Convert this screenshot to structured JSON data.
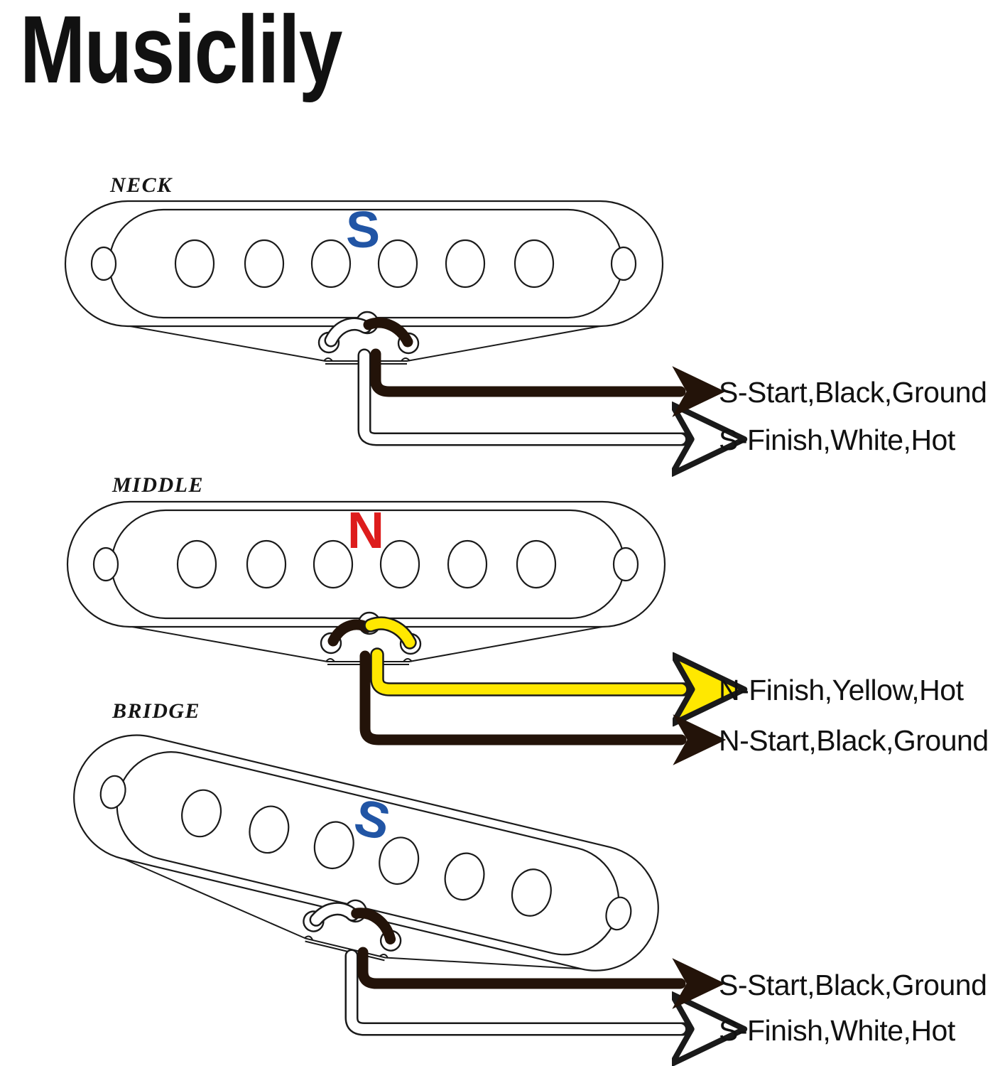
{
  "brand": {
    "name": "Musiclily"
  },
  "colors": {
    "south_marker": "#2155a5",
    "north_marker": "#dd1c1c",
    "black_wire": "#231309",
    "white_wire": "#ffffff",
    "yellow_wire": "#ffe800",
    "outline": "#1a1a1a",
    "background": "#ffffff"
  },
  "pickups": [
    {
      "id": "neck",
      "name": "NECK",
      "polarity": "S",
      "polarity_color": "#2155a5",
      "pole_count": 6,
      "mounting_holes": 2,
      "orientation": "horizontal",
      "leads": [
        {
          "terminal": "S-Start",
          "color_name": "Black",
          "function": "Ground",
          "label": "S-Start,Black,Ground",
          "wire_style": "black"
        },
        {
          "terminal": "S-Finish",
          "color_name": "White",
          "function": "Hot",
          "label": "S-Finish,White,Hot",
          "wire_style": "white"
        }
      ]
    },
    {
      "id": "middle",
      "name": "MIDDLE",
      "polarity": "N",
      "polarity_color": "#dd1c1c",
      "pole_count": 6,
      "mounting_holes": 2,
      "orientation": "horizontal",
      "leads": [
        {
          "terminal": "N-Finish",
          "color_name": "Yellow",
          "function": "Hot",
          "label": "N-Finish,Yellow,Hot",
          "wire_style": "yellow"
        },
        {
          "terminal": "N-Start",
          "color_name": "Black",
          "function": "Ground",
          "label": "N-Start,Black,Ground",
          "wire_style": "black"
        }
      ]
    },
    {
      "id": "bridge",
      "name": "BRIDGE",
      "polarity": "S",
      "polarity_color": "#2155a5",
      "pole_count": 6,
      "mounting_holes": 2,
      "orientation": "slanted",
      "leads": [
        {
          "terminal": "S-Start",
          "color_name": "Black",
          "function": "Ground",
          "label": "S-Start,Black,Ground",
          "wire_style": "black"
        },
        {
          "terminal": "S-Finish",
          "color_name": "White",
          "function": "Hot",
          "label": "S-Finish,White,Hot",
          "wire_style": "white"
        }
      ]
    }
  ],
  "legend_text": {
    "neck_black": "S-Start,Black,Ground",
    "neck_white": "S-Finish,White,Hot",
    "middle_yellow": "N-Finish,Yellow,Hot",
    "middle_black": "N-Start,Black,Ground",
    "bridge_black": "S-Start,Black,Ground",
    "bridge_white": "S-Finish,White,Hot"
  }
}
